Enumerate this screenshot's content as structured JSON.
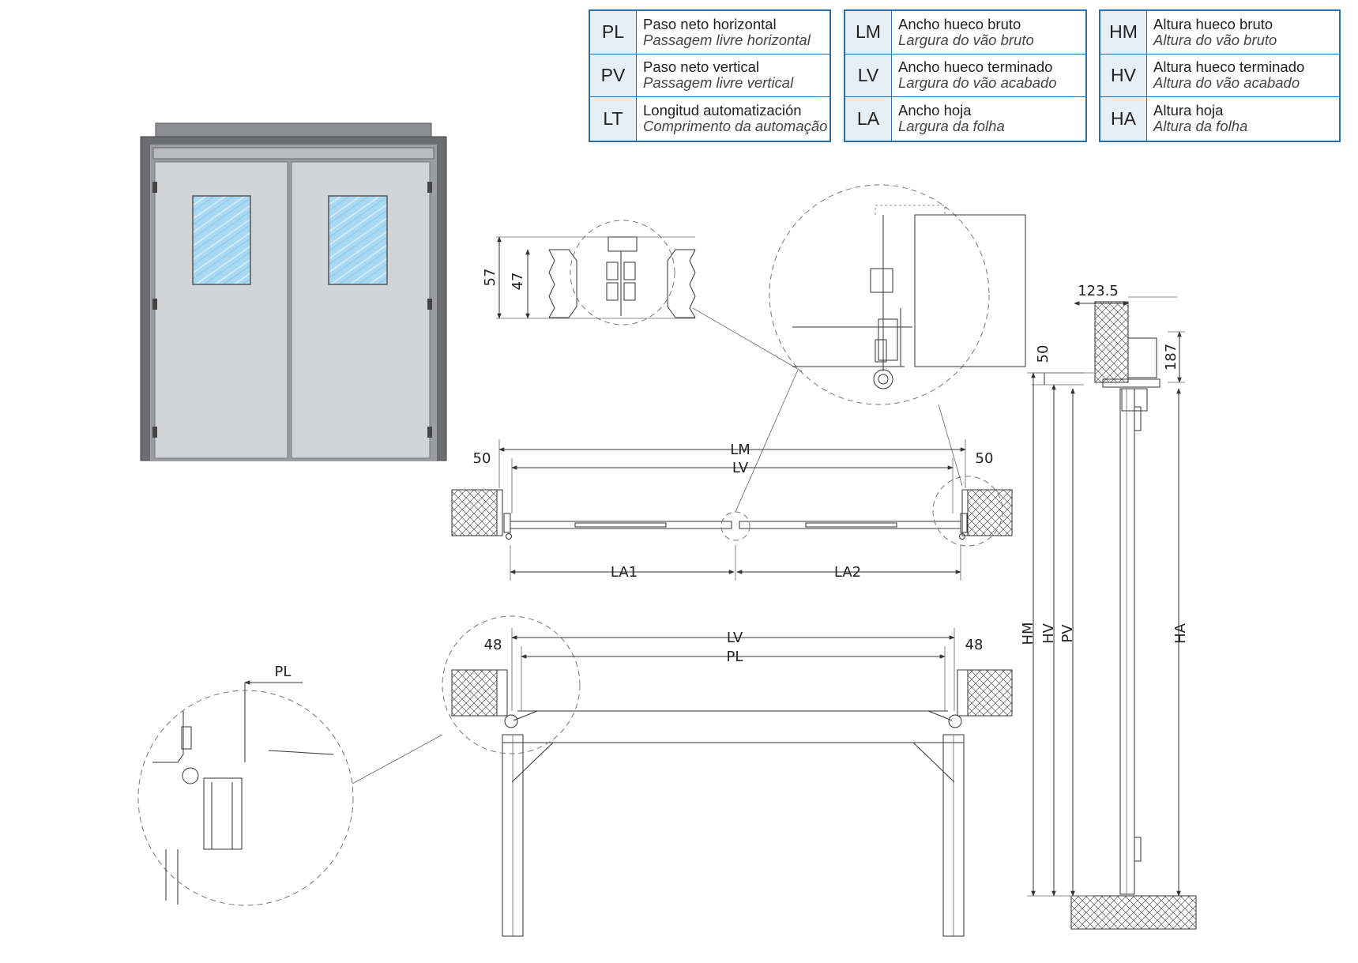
{
  "legend": [
    {
      "code": "PL",
      "es": "Paso neto horizontal",
      "pt": "Passagem livre horizontal"
    },
    {
      "code": "PV",
      "es": "Paso neto vertical",
      "pt": "Passagem livre vertical"
    },
    {
      "code": "LT",
      "es": "Longitud automatización",
      "pt": "Comprimento da automação"
    },
    {
      "code": "LM",
      "es": "Ancho hueco bruto",
      "pt": "Largura do vão bruto"
    },
    {
      "code": "LV",
      "es": "Ancho hueco terminado",
      "pt": "Largura do vão acabado"
    },
    {
      "code": "LA",
      "es": "Ancho hoja",
      "pt": "Largura da folha"
    },
    {
      "code": "HM",
      "es": "Altura hueco bruto",
      "pt": "Altura do vão bruto"
    },
    {
      "code": "HV",
      "es": "Altura hueco terminado",
      "pt": "Altura do vão acabado"
    },
    {
      "code": "HA",
      "es": "Altura hoja",
      "pt": "Altura da folha"
    }
  ],
  "profile_detail": {
    "dim_outer": "57",
    "dim_inner": "47"
  },
  "plan_closed": {
    "lm": "LM",
    "lv": "LV",
    "side_left": "50",
    "side_right": "50",
    "la1": "LA1",
    "la2": "LA2"
  },
  "plan_open": {
    "lv": "LV",
    "pl": "PL",
    "side_left": "48",
    "side_right": "48"
  },
  "detail_pl": {
    "label": "PL"
  },
  "section": {
    "depth": "123.5",
    "top_gap": "50",
    "operator_height": "187",
    "hm": "HM",
    "hv": "HV",
    "pv": "PV",
    "ha": "HA"
  },
  "colors": {
    "legend_border": "#2f6ea3",
    "legend_code_bg": "#e6eef6",
    "glass": "#a9d8f2",
    "door_fill": "#d2d3d4",
    "frame": "#6b6d70"
  }
}
